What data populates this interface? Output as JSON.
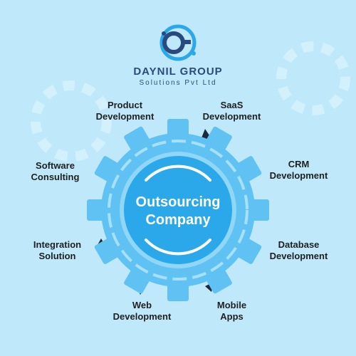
{
  "brand": {
    "name": "DAYNIL GROUP",
    "subtitle": "Solutions Pvt Ltd",
    "logo_icon": "dg-monogram-icon",
    "colors": {
      "navy": "#2a4a7f",
      "blue": "#2aa8ea"
    }
  },
  "center": {
    "line1": "Outsourcing",
    "line2": "Company"
  },
  "services": [
    {
      "line1": "Product",
      "line2": "Development"
    },
    {
      "line1": "SaaS",
      "line2": "Development"
    },
    {
      "line1": "CRM",
      "line2": "Development"
    },
    {
      "line1": "Database",
      "line2": "Development"
    },
    {
      "line1": "Mobile",
      "line2": "Apps"
    },
    {
      "line1": "Web",
      "line2": "Development"
    },
    {
      "line1": "Integration",
      "line2": "Solution"
    },
    {
      "line1": "Software",
      "line2": "Consulting"
    }
  ],
  "colors": {
    "background": "#bfe9fb",
    "gear_outer": "#5fc2f2",
    "gear_inner": "#2aa8ea",
    "pointer": "#1b2a3a"
  }
}
